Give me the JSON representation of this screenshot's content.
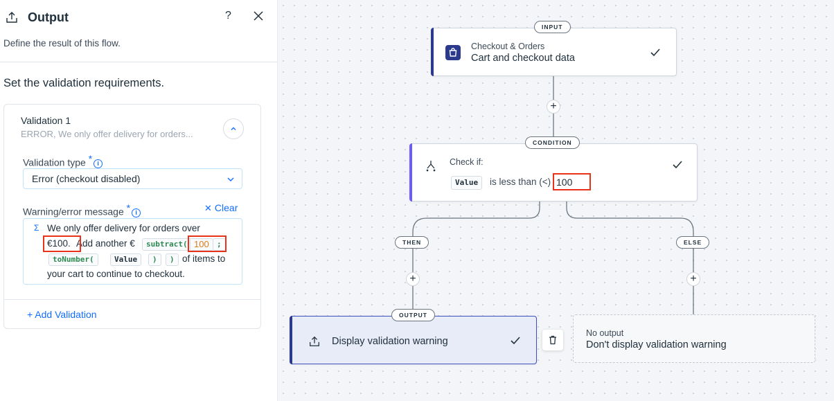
{
  "panel": {
    "title": "Output",
    "help_label": "?",
    "subtitle": "Define the result of this flow.",
    "section_title": "Set the validation requirements.",
    "validation": {
      "name": "Validation 1",
      "description": "ERROR, We only offer delivery for orders...",
      "type_label": "Validation type",
      "required_mark": "*",
      "info_glyph": "i",
      "type_value": "Error (checkout disabled)",
      "message_label": "Warning/error message",
      "clear_label": "Clear",
      "clear_glyph": "✕",
      "message": {
        "sigma": "Σ",
        "line1": "We only offer delivery for orders over",
        "amount": "€100.",
        "add_text": "Add another €",
        "fn_subtract": "subtract(",
        "num_value": "100",
        "separator": ";",
        "fn_tonumber": "toNumber(",
        "var_value": "Value",
        "paren_close_1": ")",
        "paren_close_2": ")",
        "of_items": "of items to",
        "line3": "your cart to continue to checkout."
      }
    },
    "add_validation": "+ Add Validation"
  },
  "flow": {
    "input": {
      "pill": "INPUT",
      "category": "Checkout & Orders",
      "title": "Cart and checkout data"
    },
    "condition": {
      "pill": "CONDITION",
      "label": "Check if:",
      "variable": "Value",
      "operator": "is less than (<)",
      "value": "100"
    },
    "then_pill": "THEN",
    "else_pill": "ELSE",
    "plus_glyph": "+",
    "output": {
      "pill": "OUTPUT",
      "title": "Display validation warning"
    },
    "no_output": {
      "label": "No output",
      "title": "Don't display validation warning"
    }
  },
  "colors": {
    "accent": "#116dff",
    "output_bar": "#2b3a8c",
    "condition_bar": "#6b5cff",
    "highlight": "#e8321a"
  }
}
